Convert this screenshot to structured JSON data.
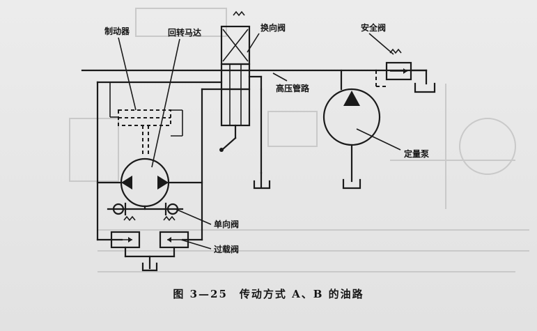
{
  "diagram": {
    "labels": {
      "brake": "制动器",
      "rotary_motor": "回转马达",
      "reversing_valve": "换向阀",
      "safety_valve": "安全阀",
      "high_pressure_line": "高压管路",
      "fixed_pump": "定量泵",
      "check_valve": "单向阀",
      "overload_valve": "过载阀"
    },
    "caption": "图 3—25　传动方式 A、B 的油路"
  },
  "colors": {
    "ink": "#1a1a1a",
    "paper": "#e9e9e9",
    "bleed": "#c9c9c9"
  }
}
